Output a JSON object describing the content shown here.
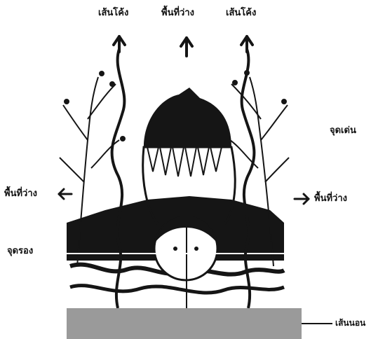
{
  "labels": {
    "curve_left": "เส้นโค้ง",
    "space_top": "พื้นที่ว่าง",
    "curve_right": "เส้นโค้ง",
    "focal_point": "จุดเด่น",
    "space_left": "พื้นที่ว่าง",
    "space_right": "พื้นที่ว่าง",
    "secondary_point": "จุดรอง",
    "horizon_line": "เส้นนอน"
  },
  "colors": {
    "ink": "#111111",
    "gray_band": "#9a9a9a",
    "paper": "#ffffff"
  }
}
